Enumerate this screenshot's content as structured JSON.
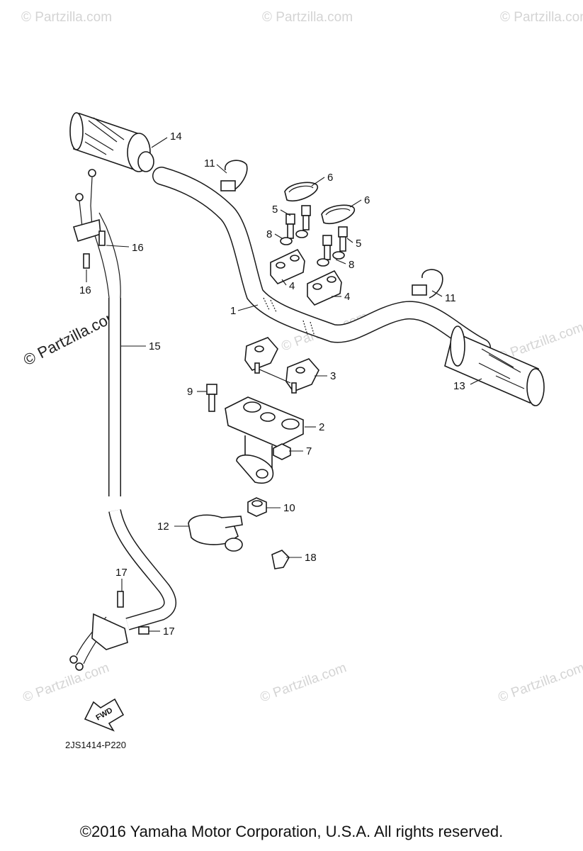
{
  "diagram": {
    "diagram_code": "2JS1414-P220",
    "fwd_label": "FWD",
    "copyright": "©2016  Yamaha Motor Corporation, U.S.A. All rights reserved.",
    "side_watermark": "© Partzilla.com",
    "watermark_text": "© Partzilla.com",
    "callouts": [
      {
        "id": "c1",
        "label": "1"
      },
      {
        "id": "c2",
        "label": "2"
      },
      {
        "id": "c3",
        "label": "3"
      },
      {
        "id": "c4a",
        "label": "4"
      },
      {
        "id": "c4b",
        "label": "4"
      },
      {
        "id": "c5a",
        "label": "5"
      },
      {
        "id": "c5b",
        "label": "5"
      },
      {
        "id": "c6a",
        "label": "6"
      },
      {
        "id": "c6b",
        "label": "6"
      },
      {
        "id": "c7",
        "label": "7"
      },
      {
        "id": "c8a",
        "label": "8"
      },
      {
        "id": "c8b",
        "label": "8"
      },
      {
        "id": "c9",
        "label": "9"
      },
      {
        "id": "c10",
        "label": "10"
      },
      {
        "id": "c11a",
        "label": "11"
      },
      {
        "id": "c11b",
        "label": "11"
      },
      {
        "id": "c12",
        "label": "12"
      },
      {
        "id": "c13",
        "label": "13"
      },
      {
        "id": "c14",
        "label": "14"
      },
      {
        "id": "c15",
        "label": "15"
      },
      {
        "id": "c16a",
        "label": "16"
      },
      {
        "id": "c16b",
        "label": "16"
      },
      {
        "id": "c17a",
        "label": "17"
      },
      {
        "id": "c17b",
        "label": "17"
      },
      {
        "id": "c18",
        "label": "18"
      }
    ]
  }
}
